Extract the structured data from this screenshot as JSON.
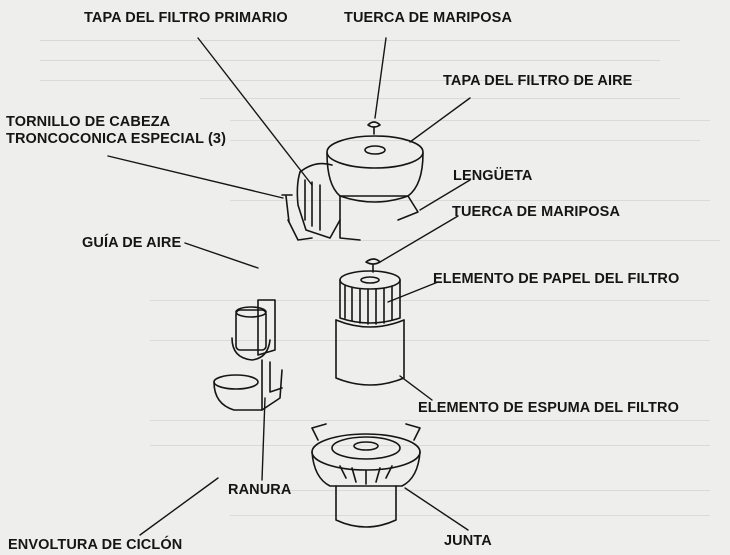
{
  "labels": {
    "tapa_filtro_primario": "TAPA DEL FILTRO PRIMARIO",
    "tuerca_mariposa_top": "TUERCA DE MARIPOSA",
    "tapa_filtro_aire": "TAPA DEL FILTRO DE AIRE",
    "tornillo_line1": "TORNILLO DE CABEZA",
    "tornillo_line2": "TRONCOCONICA ESPECIAL (3)",
    "lengueta": "LENGÜETA",
    "tuerca_mariposa_mid": "TUERCA DE MARIPOSA",
    "guia_aire": "GUÍA DE AIRE",
    "elemento_papel": "ELEMENTO DE PAPEL DEL FILTRO",
    "elemento_espuma": "ELEMENTO DE ESPUMA DEL FILTRO",
    "ranura": "RANURA",
    "envoltura": "ENVOLTURA DE CICLÓN",
    "junta": "JUNTA"
  },
  "colors": {
    "ink": "#151515",
    "paper": "#eeeeec",
    "bleed": "#c9c9c5"
  }
}
